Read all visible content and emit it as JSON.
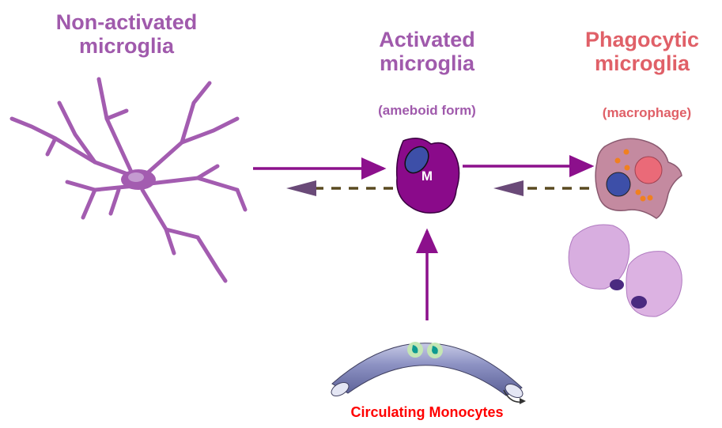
{
  "labels": {
    "non_activated": [
      "Non-activated",
      "microglia"
    ],
    "activated": [
      "Activated",
      "microglia"
    ],
    "activated_sub": "(ameboid form)",
    "phagocytic": [
      "Phagocytic",
      "microglia"
    ],
    "phagocytic_sub": "(macrophage)",
    "cell_letter": "M",
    "monocytes": "Circulating Monocytes"
  },
  "colors": {
    "title_purple": "#a05aac",
    "title_pink": "#e06068",
    "arrow": "#8c108c",
    "activated_cell": "#8a0a8a",
    "monocytes_label": "#ff0000",
    "vessel": "#7a7fb0"
  }
}
